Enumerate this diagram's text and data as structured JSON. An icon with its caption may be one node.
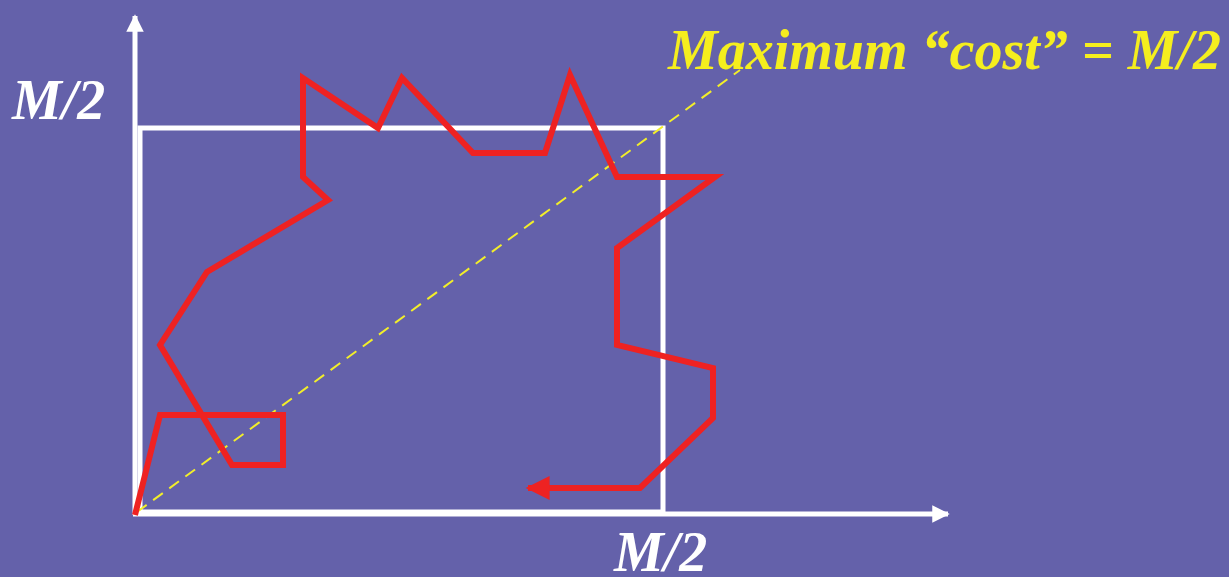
{
  "diagram": {
    "labels": [
      "Maximum “cost” = M/2",
      "M/2",
      "M/2"
    ]
  }
}
